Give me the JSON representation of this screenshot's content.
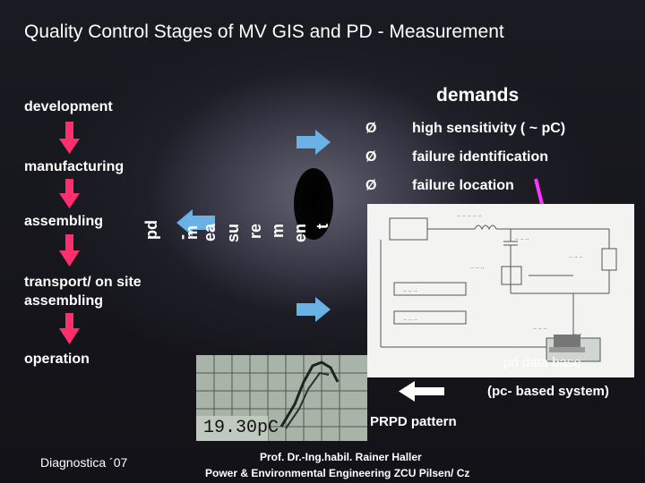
{
  "title": "Quality Control Stages of MV GIS and PD - Measurement",
  "stages": {
    "development": "development",
    "manufacturing": "manufacturing",
    "assembling": "assembling",
    "transport": "transport/ on site",
    "transport2": "assembling",
    "operation": "operation"
  },
  "pd_measurement": {
    "w1": "pd",
    "w2": "-",
    "w3": "m",
    "w4": "ea",
    "w5": "su",
    "w6": "re",
    "w7": "m",
    "w8": "en",
    "w9": "t"
  },
  "demands": {
    "heading": "demands",
    "marker": "Ø",
    "items": [
      "high sensitivity ( ~ pC)",
      "failure identification",
      "failure location"
    ]
  },
  "database": {
    "label": "pd data base",
    "subtitle": "(pc- based system)"
  },
  "prpd": {
    "label": "PRPD pattern",
    "reading": "19.30pC"
  },
  "footer": {
    "event": "Diagnostica ´07",
    "author": "Prof. Dr.-Ing.habil. Rainer Haller",
    "affiliation": "Power & Environmental Engineering  ZCU Pilsen/ Cz"
  },
  "colors": {
    "stage_arrow": "#ff2f6e",
    "pink_arrow": "#ff33ff",
    "blue_arrow": "#6ab2e6",
    "db_label": "#ff40ff"
  }
}
